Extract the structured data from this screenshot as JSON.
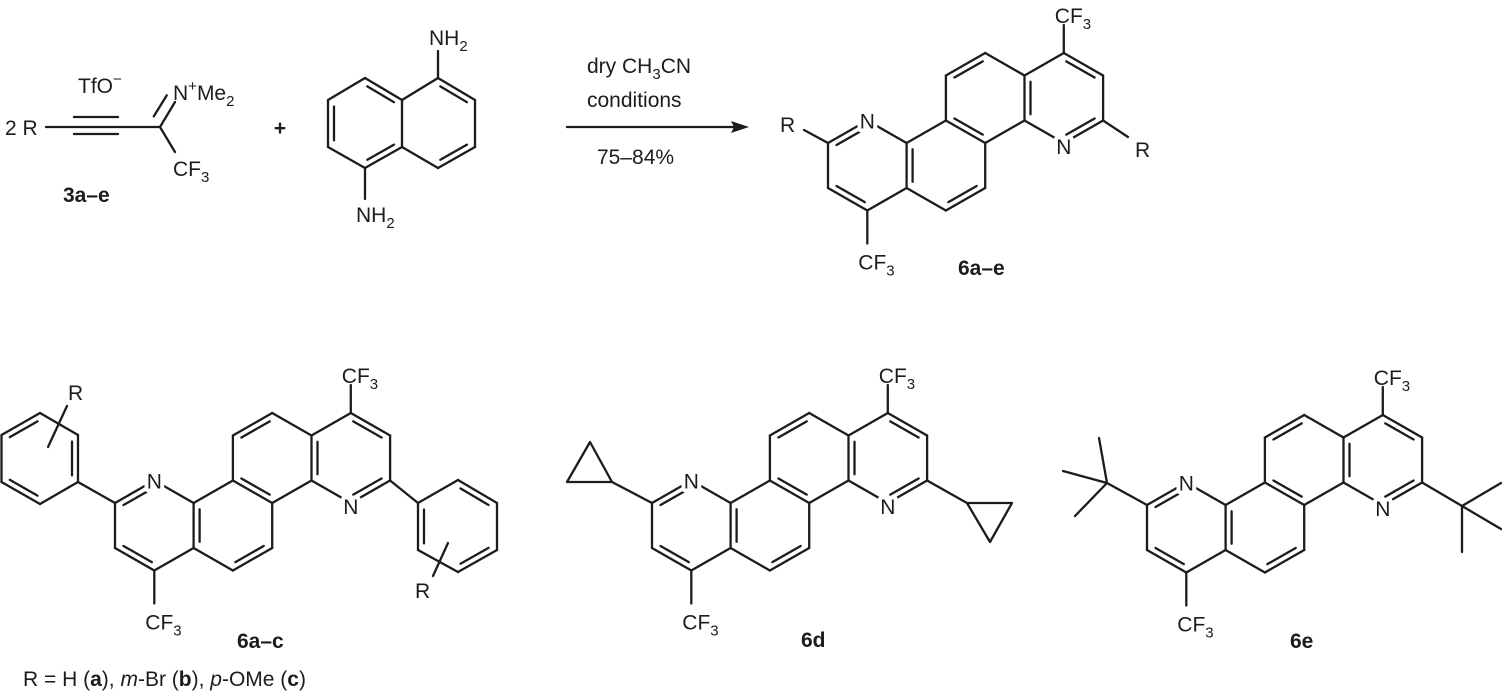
{
  "reactant_3": {
    "prefix": "2 R",
    "anion": {
      "main": "TfO",
      "sup": "−"
    },
    "iminium": {
      "main": "N",
      "sup": "+",
      "rest": "Me",
      "sub": "2"
    },
    "cf3": {
      "main": "CF",
      "sub": "3"
    },
    "label": "3a–e"
  },
  "plus": "+",
  "diamine": {
    "nh2_top": {
      "main": "NH",
      "sub": "2"
    },
    "nh2_bottom": {
      "main": "NH",
      "sub": "2"
    }
  },
  "conditions": {
    "line1": {
      "a": "dry CH",
      "sub1": "3",
      "b": "CN"
    },
    "line2": "conditions",
    "yield": "75–84%"
  },
  "atoms": {
    "n": "N",
    "r": "R",
    "cf": "CF",
    "cf_sub": "3"
  },
  "product": {
    "label": "6a–e"
  },
  "derivatives": [
    {
      "label": "6a–c",
      "substituent": "aryl"
    },
    {
      "label": "6d",
      "substituent": "cyclopropyl"
    },
    {
      "label": "6e",
      "substituent": "tert-butyl"
    }
  ],
  "legend": {
    "parts": [
      "R = H (",
      "a",
      "), ",
      "m",
      "-Br (",
      "b",
      "), ",
      "p",
      "-OMe (",
      "c",
      ")"
    ],
    "styles": [
      "",
      "b",
      "",
      "i",
      "",
      "b",
      "",
      "i",
      "",
      "b",
      ""
    ]
  }
}
